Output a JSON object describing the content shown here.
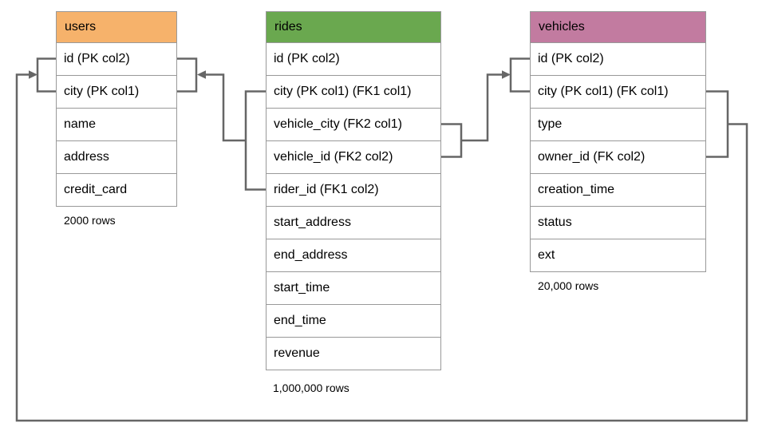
{
  "tables": {
    "users": {
      "name": "users",
      "header_color": "#f6b26b",
      "columns": [
        "id (PK col2)",
        "city (PK col1)",
        "name",
        "address",
        "credit_card"
      ],
      "row_count_label": "2000 rows"
    },
    "rides": {
      "name": "rides",
      "header_color": "#6aa84f",
      "columns": [
        "id (PK col2)",
        "city (PK col1) (FK1 col1)",
        "vehicle_city (FK2 col1)",
        "vehicle_id (FK2 col2)",
        "rider_id (FK1 col2)",
        "start_address",
        "end_address",
        "start_time",
        "end_time",
        "revenue"
      ],
      "row_count_label": "1,000,000 rows"
    },
    "vehicles": {
      "name": "vehicles",
      "header_color": "#c27ba0",
      "columns": [
        "id (PK col2)",
        "city (PK col1) (FK col1)",
        "type",
        "owner_id (FK col2)",
        "creation_time",
        "status",
        "ext"
      ],
      "row_count_label": "20,000 rows"
    }
  },
  "relationships": [
    {
      "label": "FK1",
      "from_table": "rides",
      "from_columns": [
        "city (PK col1) (FK1 col1)",
        "rider_id (FK1 col2)"
      ],
      "to_table": "users",
      "to_columns": [
        "id (PK col2)",
        "city (PK col1)"
      ]
    },
    {
      "label": "FK2",
      "from_table": "rides",
      "from_columns": [
        "vehicle_city (FK2 col1)",
        "vehicle_id (FK2 col2)"
      ],
      "to_table": "vehicles",
      "to_columns": [
        "id (PK col2)",
        "city (PK col1) (FK col1)"
      ]
    },
    {
      "label": "FK",
      "from_table": "vehicles",
      "from_columns": [
        "city (PK col1) (FK col1)",
        "owner_id (FK col2)"
      ],
      "to_table": "users",
      "to_columns": [
        "id (PK col2)",
        "city (PK col1)"
      ]
    }
  ],
  "colors": {
    "connector": "#666666",
    "table_border": "#999999",
    "text": "#000000",
    "background": "#ffffff"
  }
}
